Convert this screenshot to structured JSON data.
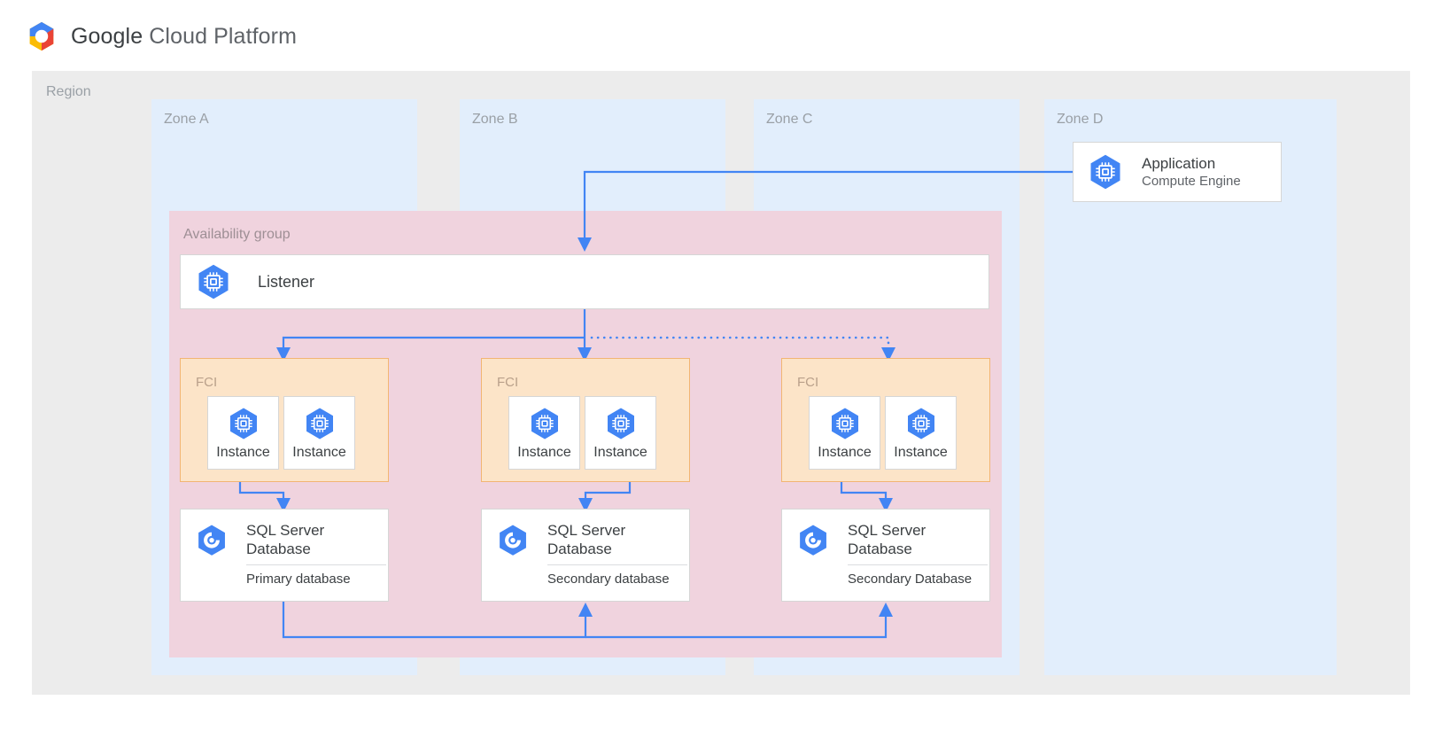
{
  "header": {
    "brand_google": "Google",
    "brand_rest": "Cloud Platform",
    "logo_icon": "google-cloud-hexagon-logo",
    "logo_colors": {
      "blue": "#4285f4",
      "red": "#ea4335",
      "yellow": "#fbbc05",
      "green": "#34a853"
    }
  },
  "diagram": {
    "region_label": "Region",
    "zones": [
      {
        "id": "a",
        "label": "Zone A"
      },
      {
        "id": "b",
        "label": "Zone B"
      },
      {
        "id": "c",
        "label": "Zone C"
      },
      {
        "id": "d",
        "label": "Zone D"
      }
    ],
    "availability_group": {
      "label": "Availability group",
      "color": "#f0d3de"
    },
    "listener": {
      "title": "Listener",
      "icon": "compute-engine-icon"
    },
    "application": {
      "title": "Application",
      "subtitle": "Compute Engine",
      "icon": "compute-engine-icon",
      "zone": "Zone D"
    },
    "fci_groups": [
      {
        "zone": "Zone A",
        "label": "FCI",
        "color": "#fce4c8",
        "instances": [
          {
            "label": "Instance",
            "icon": "compute-engine-icon"
          },
          {
            "label": "Instance",
            "icon": "compute-engine-icon"
          }
        ]
      },
      {
        "zone": "Zone B",
        "label": "FCI",
        "color": "#fce4c8",
        "instances": [
          {
            "label": "Instance",
            "icon": "compute-engine-icon"
          },
          {
            "label": "Instance",
            "icon": "compute-engine-icon"
          }
        ]
      },
      {
        "zone": "Zone C",
        "label": "FCI",
        "color": "#fce4c8",
        "instances": [
          {
            "label": "Instance",
            "icon": "compute-engine-icon"
          },
          {
            "label": "Instance",
            "icon": "compute-engine-icon"
          }
        ]
      }
    ],
    "databases": [
      {
        "zone": "Zone A",
        "title": "SQL Server Database",
        "role": "Primary database",
        "icon": "sql-server-database-icon"
      },
      {
        "zone": "Zone B",
        "title": "SQL Server Database",
        "role": "Secondary database",
        "icon": "sql-server-database-icon"
      },
      {
        "zone": "Zone C",
        "title": "SQL Server Database",
        "role": "Secondary Database",
        "icon": "sql-server-database-icon"
      }
    ],
    "connector_color": "#4285f4"
  }
}
